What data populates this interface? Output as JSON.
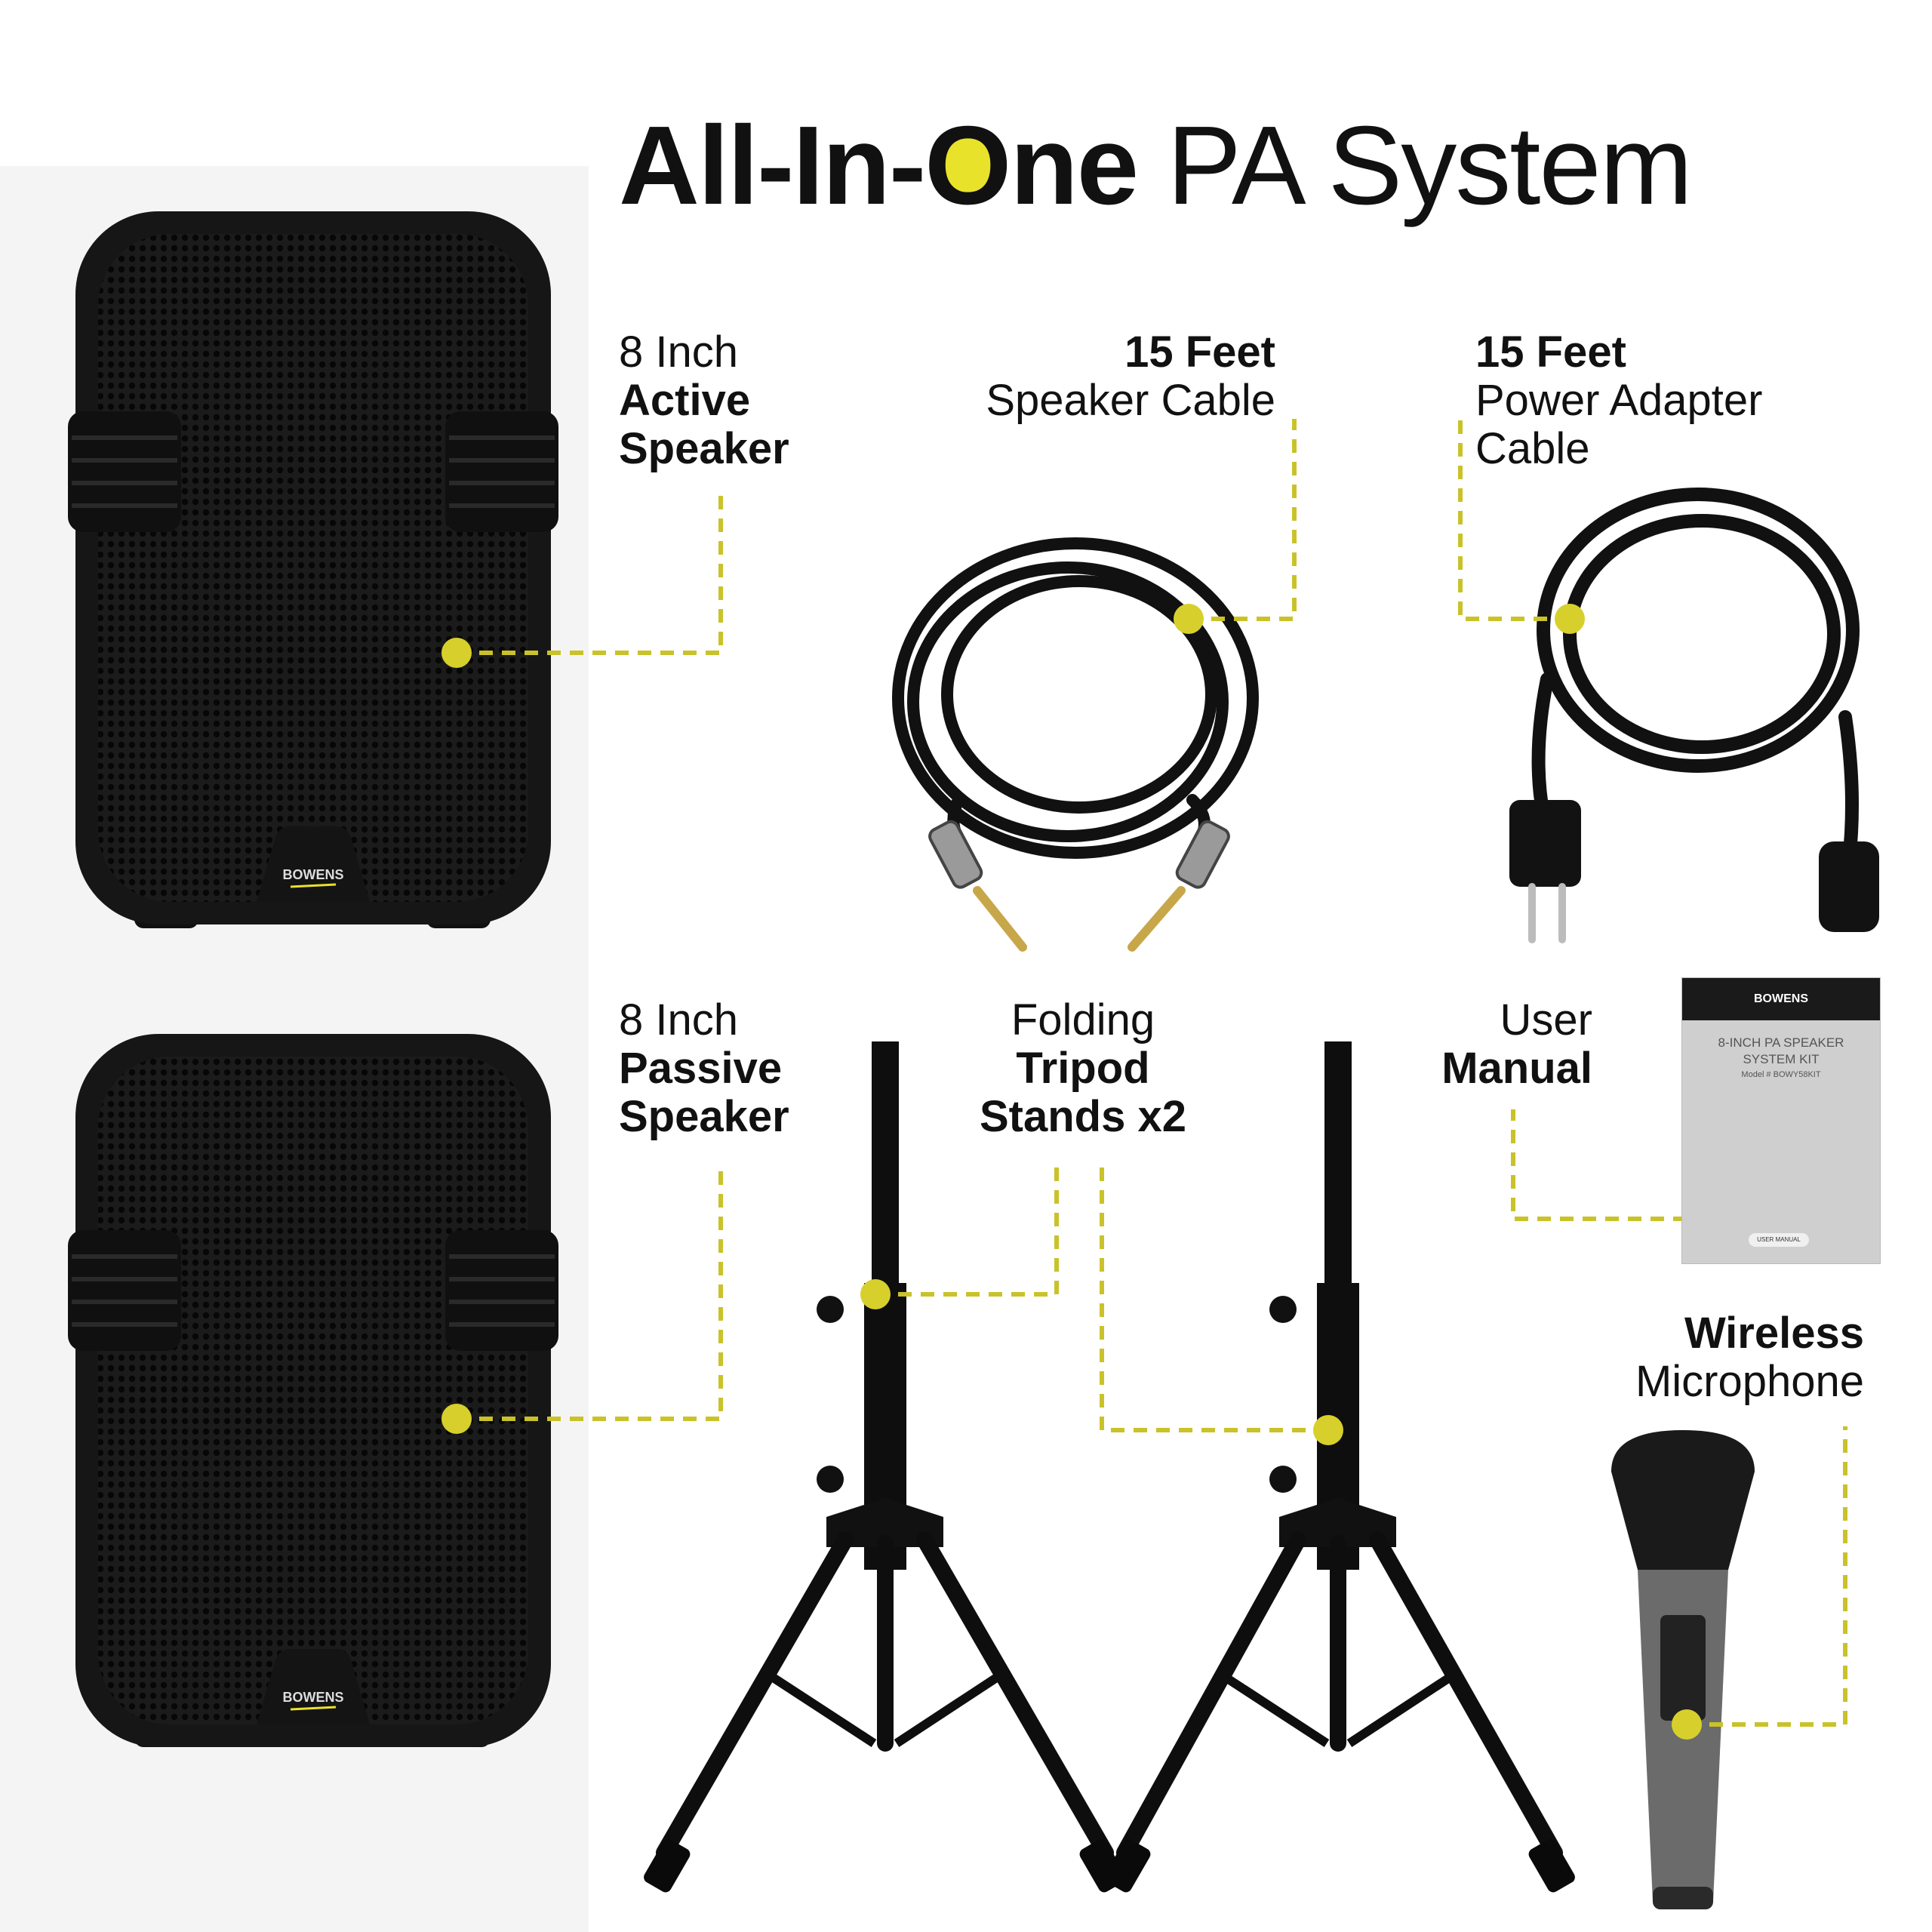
{
  "title": {
    "part1": "All-In-",
    "part2": "O",
    "part3": "ne",
    "part4": " PA System"
  },
  "labels": {
    "active_speaker": {
      "line1": "8 Inch",
      "line2": "Active",
      "line3": "Speaker"
    },
    "speaker_cable": {
      "line1": "15 Feet",
      "line2": "Speaker Cable"
    },
    "power_cable": {
      "line1": "15 Feet",
      "line2": "Power Adapter",
      "line3": "Cable"
    },
    "passive_speaker": {
      "line1": "8 Inch",
      "line2": "Passive",
      "line3": "Speaker"
    },
    "tripod": {
      "line1": "Folding",
      "line2": "Tripod",
      "line3": "Stands x2"
    },
    "manual": {
      "line1": "User",
      "line2": "Manual"
    },
    "microphone": {
      "line1": "Wireless",
      "line2": "Microphone"
    }
  },
  "brand": {
    "logo_text": "BOWENS"
  },
  "manual_cover": {
    "brand": "BOWENS",
    "title_line1": "8-INCH PA SPEAKER",
    "title_line2": "SYSTEM KIT",
    "model": "Model # BOWY58KIT",
    "footer": "USER MANUAL"
  },
  "colors": {
    "accent": "#e9e22b",
    "leader": "#c9c22a",
    "product": "#151515"
  }
}
